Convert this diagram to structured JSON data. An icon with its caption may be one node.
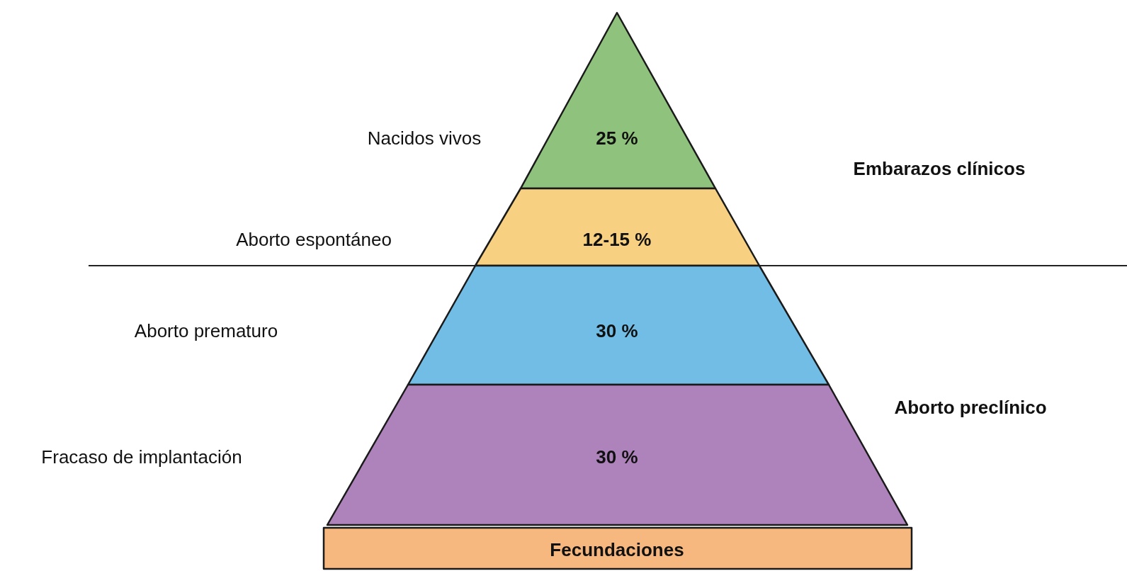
{
  "diagram": {
    "nodes": [
      {
        "text": [
          "25 %"
        ]
      },
      {
        "text": [
          "12-15 %"
        ]
      },
      {
        "text": [
          "30 %"
        ]
      },
      {
        "text": [
          "30 %"
        ]
      },
      {
        "text": [
          "Fecundaciones"
        ]
      }
    ],
    "labels": [
      "Nacidos vivos",
      "Embarazos clínicos",
      "Aborto espontáneo",
      "Aborto prematuro",
      "Aborto preclínico",
      "Fracaso de implantación"
    ]
  }
}
